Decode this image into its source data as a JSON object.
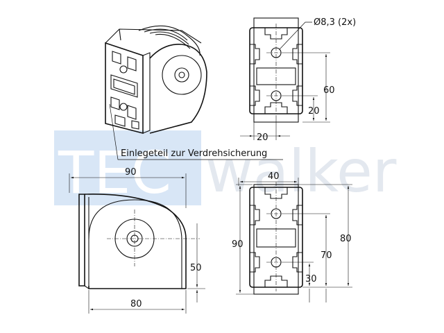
{
  "watermark": {
    "left": "TEC",
    "right": "walker",
    "box_color": "#d8e6f6",
    "text_color": "#e3e8ef"
  },
  "callout": {
    "label": "Einlegeteil zur Verdrehsicherung"
  },
  "side_view": {
    "hole_note": "Ø8,3 (2x)",
    "dim_total": "60",
    "dim_lower": "20",
    "dim_width": "20"
  },
  "front_view": {
    "dim_top": "90",
    "dim_bottom": "80",
    "dim_height": "50"
  },
  "end_view": {
    "dim_width": "40",
    "dim_height": "90",
    "dim_right": "80",
    "dim_inner": "70",
    "dim_bottom": "30"
  }
}
